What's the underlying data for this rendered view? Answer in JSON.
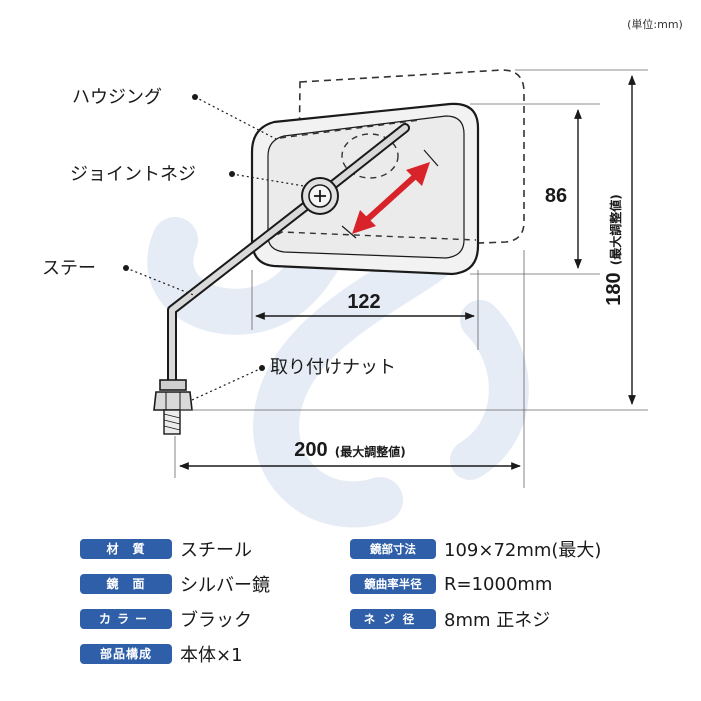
{
  "unit_note": "(単位:mm)",
  "callouts": {
    "housing": "ハウジング",
    "joint_screw": "ジョイントネジ",
    "stay": "ステー",
    "mount_nut": "取り付けナット"
  },
  "dimensions": {
    "height_mirror": "86",
    "width_mirror": "122",
    "max_height_value": "180",
    "max_height_note": "(最大調整値)",
    "max_width_value": "200",
    "max_width_note": "(最大調整値)"
  },
  "specs": [
    {
      "label": "材　質",
      "value": "スチール"
    },
    {
      "label": "鏡部寸法",
      "value": "109×72mm(最大)"
    },
    {
      "label": "鏡　面",
      "value": "シルバー鏡"
    },
    {
      "label": "鏡曲率半径",
      "value": "R=1000mm"
    },
    {
      "label": "カラー",
      "value": "ブラック"
    },
    {
      "label": "ネジ径",
      "value": "8mm 正ネジ"
    },
    {
      "label": "部品構成",
      "value": "本体×1"
    }
  ],
  "colors": {
    "accent_badge": "#2f5fa8",
    "arrow_red": "#d8232a",
    "watermark": "#e6ecf6"
  },
  "icons": {
    "watermark": "wrench-logo-icon",
    "screw": "phillips-screw-icon"
  }
}
